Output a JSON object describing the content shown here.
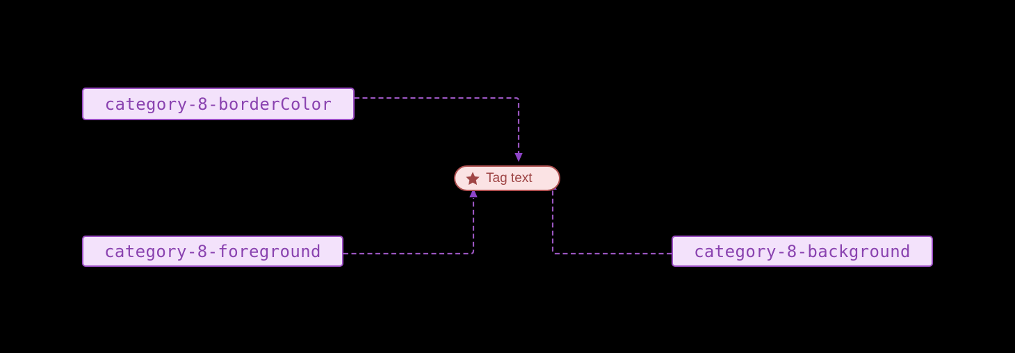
{
  "diagram": {
    "type": "token-relationship-diagram",
    "background_color": "#000000",
    "edge_color": "#9a56c0",
    "edge_style": "dashed",
    "nodes": [
      {
        "id": "borderColor",
        "label": "category-8-borderColor",
        "shape": "rectangle",
        "fill": "#f3e2fb",
        "border_color": "#9b4dc4",
        "text_color": "#8a43b0"
      },
      {
        "id": "foreground",
        "label": "category-8-foreground",
        "shape": "rectangle",
        "fill": "#f3e2fb",
        "border_color": "#9b4dc4",
        "text_color": "#8a43b0"
      },
      {
        "id": "background",
        "label": "category-8-background",
        "shape": "rectangle",
        "fill": "#f3e2fb",
        "border_color": "#9b4dc4",
        "text_color": "#8a43b0"
      }
    ],
    "tag": {
      "label": "Tag text",
      "icon": "star-icon",
      "shape": "pill",
      "fill": "#fbe3e4",
      "border_color": "#ad4f4f",
      "text_color": "#9e4444",
      "icon_color": "#a04545"
    },
    "edges": [
      {
        "from": "borderColor",
        "to": "tag",
        "arrow": "down"
      },
      {
        "from": "foreground",
        "to": "tag",
        "arrow": "up"
      },
      {
        "from": "background",
        "to": "tag",
        "arrow": "up"
      }
    ]
  }
}
